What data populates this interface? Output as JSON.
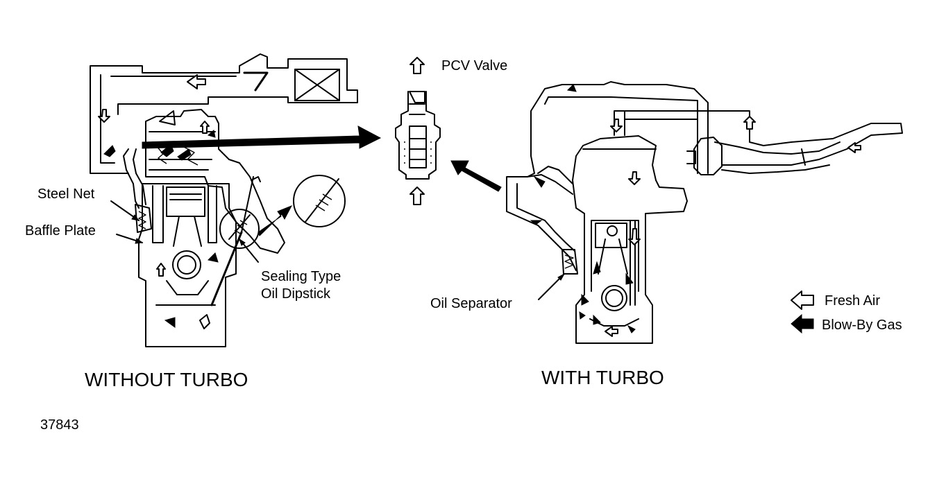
{
  "labels": {
    "pcv_valve": "PCV Valve",
    "steel_net": "Steel Net",
    "baffle_plate": "Baffle Plate",
    "sealing_type_line1": "Sealing Type",
    "sealing_type_line2": "Oil Dipstick",
    "oil_separator": "Oil Separator"
  },
  "legend": {
    "fresh_air": "Fresh Air",
    "blow_by_gas": "Blow-By Gas"
  },
  "captions": {
    "without_turbo": "WITHOUT TURBO",
    "with_turbo": "WITH TURBO"
  },
  "figure_number": "37843",
  "icons": {
    "fresh_air": "hollow-arrow-icon",
    "blow_by_gas": "solid-arrow-icon"
  }
}
